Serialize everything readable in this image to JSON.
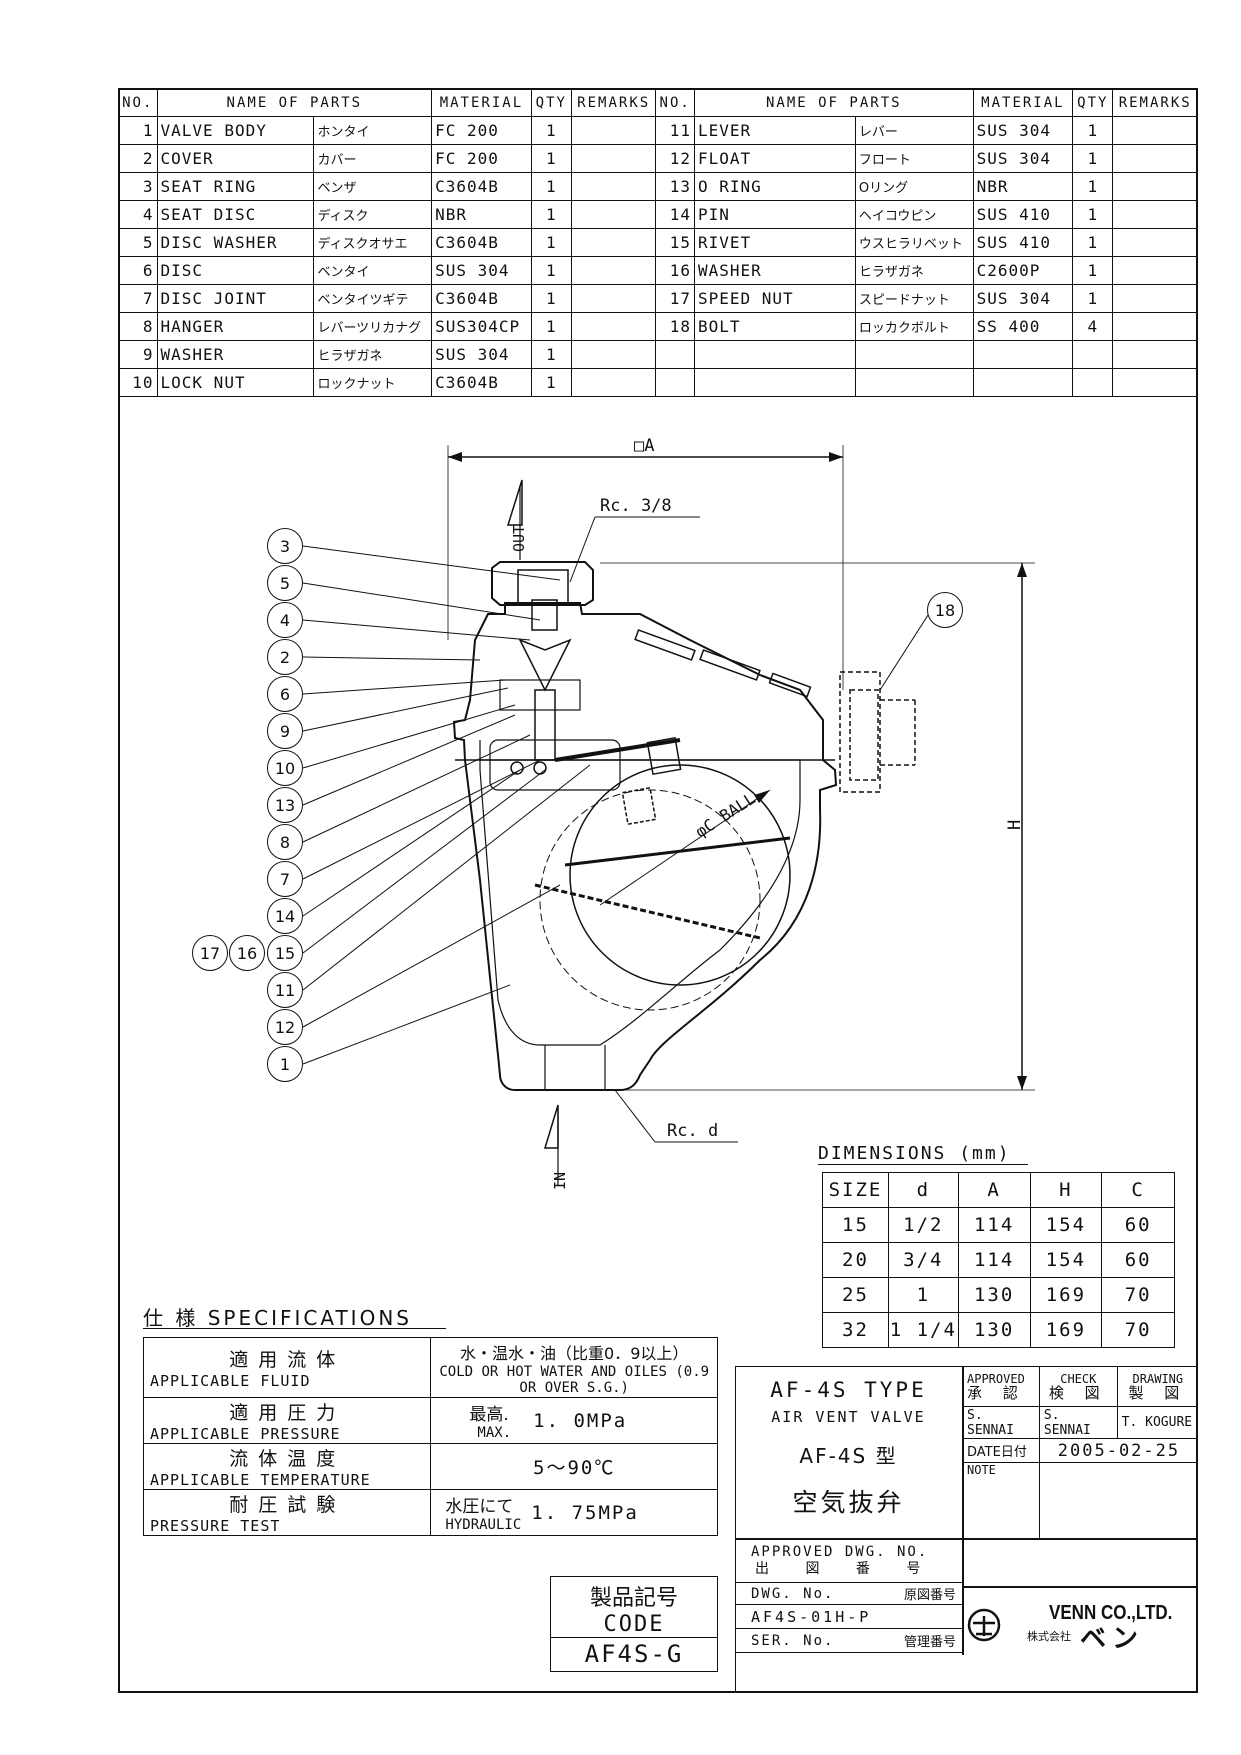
{
  "parts_table": {
    "headers": [
      "NO.",
      "NAME OF PARTS",
      "MATERIAL",
      "QTY",
      "REMARKS"
    ],
    "left": [
      {
        "no": "1",
        "name": "VALVE BODY",
        "jp": "ホンタイ",
        "material": "FC 200",
        "qty": "1",
        "remarks": ""
      },
      {
        "no": "2",
        "name": "COVER",
        "jp": "カバー",
        "material": "FC 200",
        "qty": "1",
        "remarks": ""
      },
      {
        "no": "3",
        "name": "SEAT RING",
        "jp": "ベンザ",
        "material": "C3604B",
        "qty": "1",
        "remarks": ""
      },
      {
        "no": "4",
        "name": "SEAT DISC",
        "jp": "ディスク",
        "material": "NBR",
        "qty": "1",
        "remarks": ""
      },
      {
        "no": "5",
        "name": "DISC WASHER",
        "jp": "ディスクオサエ",
        "material": "C3604B",
        "qty": "1",
        "remarks": ""
      },
      {
        "no": "6",
        "name": "DISC",
        "jp": "ベンタイ",
        "material": "SUS 304",
        "qty": "1",
        "remarks": ""
      },
      {
        "no": "7",
        "name": "DISC JOINT",
        "jp": "ベンタイツギテ",
        "material": "C3604B",
        "qty": "1",
        "remarks": ""
      },
      {
        "no": "8",
        "name": "HANGER",
        "jp": "レバーツリカナグ",
        "material": "SUS304CP",
        "qty": "1",
        "remarks": ""
      },
      {
        "no": "9",
        "name": "WASHER",
        "jp": "ヒラザガネ",
        "material": "SUS 304",
        "qty": "1",
        "remarks": ""
      },
      {
        "no": "10",
        "name": "LOCK NUT",
        "jp": "ロックナット",
        "material": "C3604B",
        "qty": "1",
        "remarks": ""
      }
    ],
    "right": [
      {
        "no": "11",
        "name": "LEVER",
        "jp": "レバー",
        "material": "SUS 304",
        "qty": "1",
        "remarks": ""
      },
      {
        "no": "12",
        "name": "FLOAT",
        "jp": "フロート",
        "material": "SUS 304",
        "qty": "1",
        "remarks": ""
      },
      {
        "no": "13",
        "name": "O RING",
        "jp": "Oリング",
        "material": "NBR",
        "qty": "1",
        "remarks": ""
      },
      {
        "no": "14",
        "name": "PIN",
        "jp": "ヘイコウピン",
        "material": "SUS 410",
        "qty": "1",
        "remarks": ""
      },
      {
        "no": "15",
        "name": "RIVET",
        "jp": "ウスヒラリベット",
        "material": "SUS 410",
        "qty": "1",
        "remarks": ""
      },
      {
        "no": "16",
        "name": "WASHER",
        "jp": "ヒラザガネ",
        "material": "C2600P",
        "qty": "1",
        "remarks": ""
      },
      {
        "no": "17",
        "name": "SPEED NUT",
        "jp": "スピードナット",
        "material": "SUS 304",
        "qty": "1",
        "remarks": ""
      },
      {
        "no": "18",
        "name": "BOLT",
        "jp": "ロッカクボルト",
        "material": "SS 400",
        "qty": "4",
        "remarks": ""
      },
      {
        "no": "",
        "name": "",
        "jp": "",
        "material": "",
        "qty": "",
        "remarks": ""
      },
      {
        "no": "",
        "name": "",
        "jp": "",
        "material": "",
        "qty": "",
        "remarks": ""
      }
    ]
  },
  "drawing": {
    "dim_a": "□A",
    "dim_h": "H",
    "dim_c": "φC BALL",
    "outlet": "OUT",
    "inlet": "IN",
    "thread_top": "Rc. 3/8",
    "thread_bottom": "Rc. d",
    "callouts": [
      "3",
      "5",
      "4",
      "2",
      "6",
      "9",
      "10",
      "13",
      "8",
      "7",
      "14",
      "15",
      "11",
      "12",
      "1",
      "16",
      "17",
      "18"
    ]
  },
  "dimensions": {
    "title": "DIMENSIONS (mm)",
    "headers": [
      "SIZE",
      "d",
      "A",
      "H",
      "C"
    ],
    "rows": [
      [
        "15",
        "1/2",
        "114",
        "154",
        "60"
      ],
      [
        "20",
        "3/4",
        "114",
        "154",
        "60"
      ],
      [
        "25",
        "1",
        "130",
        "169",
        "70"
      ],
      [
        "32",
        "1 1/4",
        "130",
        "169",
        "70"
      ]
    ]
  },
  "specifications": {
    "title": "仕 様 SPECIFICATIONS",
    "rows": [
      {
        "jp": "適用流体",
        "en": "APPLICABLE FLUID",
        "val_jp": "水・温水・油（比重0．9以上）",
        "val_en": "COLD OR HOT WATER AND OILES (0.9 OR OVER S.G.)"
      },
      {
        "jp": "適用圧力",
        "en": "APPLICABLE PRESSURE",
        "val_jp": "最高.",
        "val_sub": "MAX.",
        "val": "1. 0MPa"
      },
      {
        "jp": "流体温度",
        "en": "APPLICABLE TEMPERATURE",
        "val": "5～90℃"
      },
      {
        "jp": "耐圧試験",
        "en": "PRESSURE TEST",
        "val_jp": "水圧にて",
        "val_sub": "HYDRAULIC",
        "val": "1. 75MPa"
      }
    ]
  },
  "code_box": {
    "label_jp": "製品記号",
    "label_en": "CODE",
    "value": "AF4S-G"
  },
  "title_block": {
    "type_en": "AF-4S TYPE",
    "desc_en": "AIR VENT VALVE",
    "type_jp": "AF-4S 型",
    "desc_jp": "空気抜弁",
    "approved": "APPROVED",
    "approved_jp": "承 認",
    "check": "CHECK",
    "check_jp": "検 図",
    "drawing": "DRAWING",
    "drawing_jp": "製 図",
    "approved_by": "S. SENNAI",
    "checked_by": "S. SENNAI",
    "drawn_by": "T. KOGURE",
    "date_label": "DATE日付",
    "date": "2005-02-25",
    "note_label": "NOTE",
    "approved_dwg": "APPROVED DWG. NO.",
    "approved_dwg_jp": "出 図 番 号",
    "dwg_no_label": "DWG. No.",
    "dwg_no_jp": "原図番号",
    "dwg_no": "AF4S-01H-P",
    "ser_no_label": "SER. No.",
    "ser_no_jp": "管理番号",
    "company_en": "VENN CO.,LTD.",
    "company_jp_prefix": "株式会社",
    "company_jp": "ベン"
  }
}
